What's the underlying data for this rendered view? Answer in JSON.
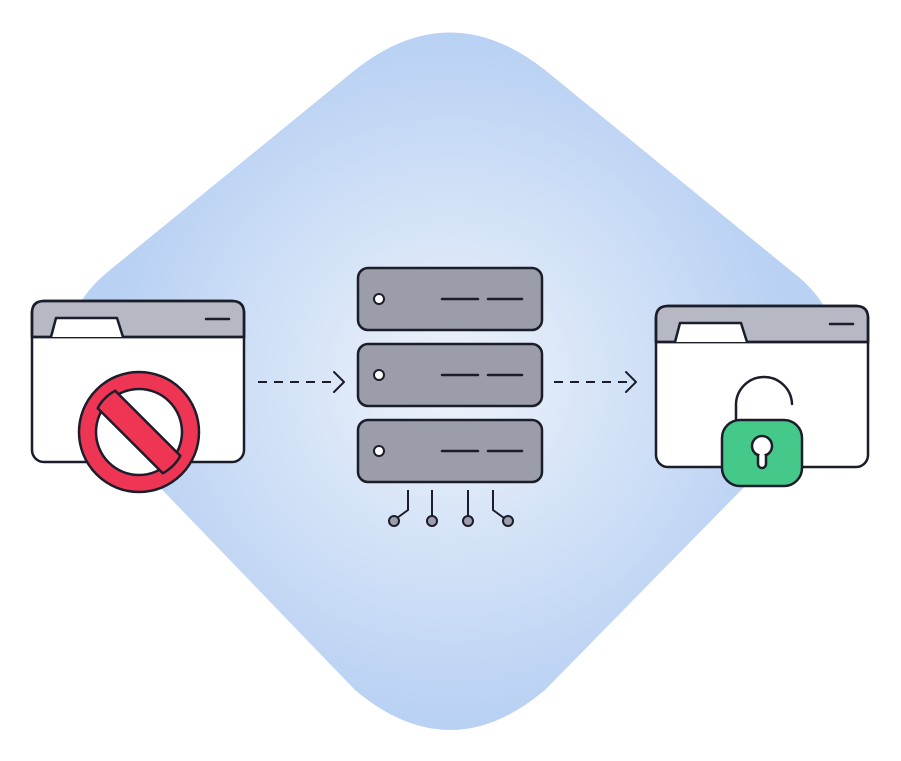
{
  "diagram": {
    "icons": {
      "backdrop": "rounded-diamond-backdrop",
      "blocked_window": "blocked-browser-window-icon",
      "no_entry": "no-entry-icon",
      "server": "server-rack-icon",
      "unlocked_window": "unlocked-browser-window-icon",
      "unlock": "unlocked-padlock-icon",
      "arrow": "dashed-arrow-icon"
    },
    "colors": {
      "background": "#ffffff",
      "backdrop_center": "#eef3fb",
      "backdrop_edge": "#b9d1f3",
      "outline": "#1b1d2b",
      "window_fill": "#ffffff",
      "titlebar_fill": "#b6b9c4",
      "server_fill": "#9b9eaa",
      "prohibition_red": "#ee3554",
      "lock_green": "#45c98a"
    },
    "server_units": 3,
    "server_cables": 4
  }
}
